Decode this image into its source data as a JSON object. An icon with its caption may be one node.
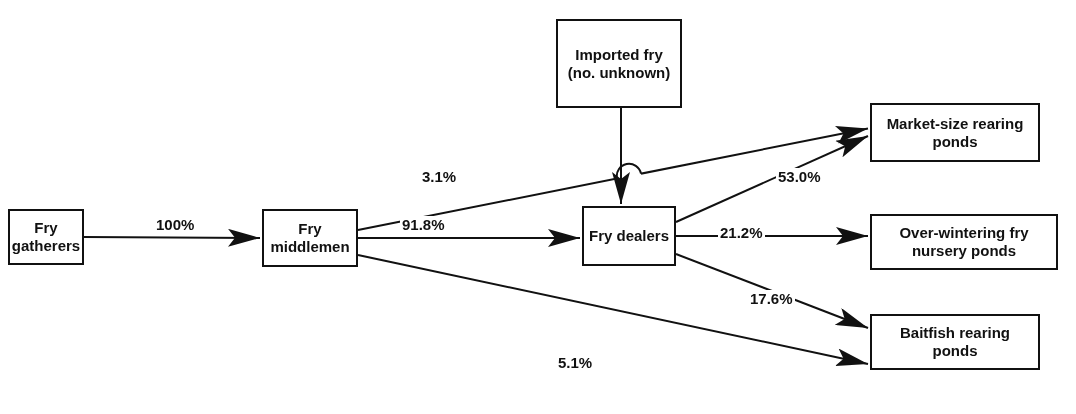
{
  "diagram": {
    "nodes": [
      {
        "text": [
          "Fry gatherers"
        ]
      },
      {
        "text": [
          "Fry middlemen"
        ]
      },
      {
        "text": [
          "Fry dealers"
        ]
      },
      {
        "text": [
          "Imported fry (no. unknown)"
        ]
      },
      {
        "text": [
          "Market-size rearing ponds"
        ]
      },
      {
        "text": [
          "Over-wintering fry nursery ponds"
        ]
      },
      {
        "text": [
          "Baitfish rearing ponds"
        ]
      }
    ],
    "edges": [
      {
        "from": 0,
        "to": 1,
        "arrow": "to",
        "label": "100%"
      },
      {
        "from": 1,
        "to": 2,
        "arrow": "to",
        "label": "91.8%"
      },
      {
        "from": 1,
        "to": 4,
        "arrow": "to",
        "label": "3.1%"
      },
      {
        "from": 1,
        "to": 6,
        "arrow": "to",
        "label": "5.1%"
      },
      {
        "from": 3,
        "to": 2,
        "arrow": "to"
      },
      {
        "from": 2,
        "to": 4,
        "arrow": "to",
        "label": "53.0%"
      },
      {
        "from": 2,
        "to": 5,
        "arrow": "to",
        "label": "21.2%"
      },
      {
        "from": 2,
        "to": 6,
        "arrow": "to",
        "label": "17.6%"
      }
    ]
  }
}
